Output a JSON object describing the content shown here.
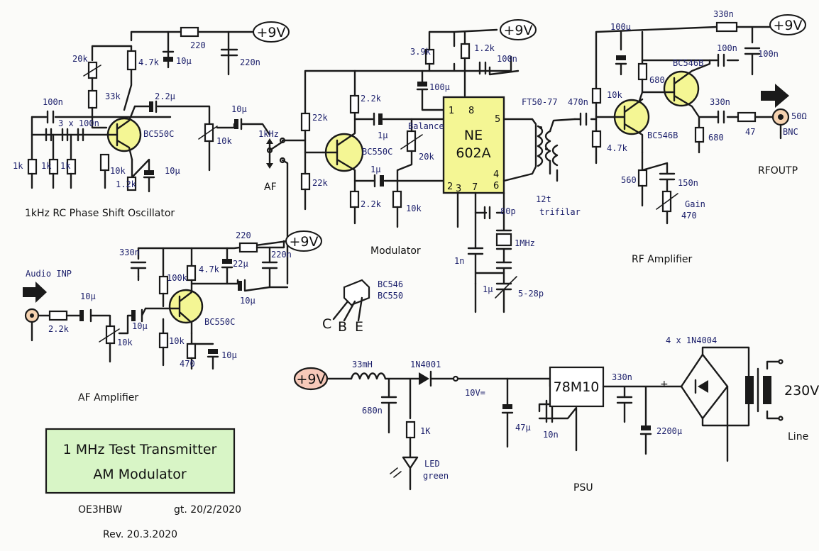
{
  "title": {
    "line1": "1 MHz Test Transmitter",
    "line2": "AM Modulator",
    "bg": "#d8f5c6"
  },
  "author": "OE3HBW",
  "date": "gt. 20/2/2020",
  "revision": "Rev. 20.3.2020",
  "sections": {
    "oscillator": "1kHz RC Phase Shift Oscillator",
    "af_amp": "AF Amplifier",
    "modulator": "Modulator",
    "rf_amp": "RF Amplifier",
    "psu": "PSU"
  },
  "supply": {
    "label": "+9V",
    "psu_label": "+9V",
    "psu_color": "#f7c9b9"
  },
  "ic": {
    "name1": "NE",
    "name2": "602A",
    "pins": [
      "1",
      "8",
      "5",
      "2",
      "3",
      "7",
      "4",
      "6"
    ],
    "color": "#f4f694"
  },
  "transistors": {
    "q_osc": "BC550C",
    "q_af": "BC550C",
    "q_mod": "BC550C",
    "q_rf1": "BC546B",
    "q_rf2": "BC546B",
    "pinout_a": "BC546",
    "pinout_b": "BC550",
    "pin_c": "C",
    "pin_b": "B",
    "pin_e": "E"
  },
  "oscillator_parts": {
    "pot20k": "20k",
    "r47k": "4.7k",
    "r220": "220",
    "c10u": "10µ",
    "c220n": "220n",
    "r33k": "33k",
    "c100n": "100n",
    "c3x": "3 x 100n",
    "c22u": "2.2µ",
    "r1k_a": "1k",
    "r1k_b": "1k",
    "r1k_c": "1k",
    "r10k": "10k",
    "r12k": "1.2k",
    "c10u_e": "10µ",
    "pot10k": "10k",
    "c10u_out": "10µ"
  },
  "switch": {
    "pos1": "1kHz",
    "pos2": "AF"
  },
  "af_parts": {
    "input": "Audio INP",
    "r22k": "2.2k",
    "c10u_in": "10µ",
    "pot10k": "10k",
    "c10u_b": "10µ",
    "c330n": "330n",
    "r100k": "100k",
    "r47k": "4.7k",
    "c22u": "22µ",
    "r220": "220",
    "c220n": "220n",
    "c10u_out": "10µ",
    "r10k": "10k",
    "r470": "470",
    "c10u_e": "10µ"
  },
  "mod_parts": {
    "r22k_a": "22k",
    "r22k_b": "22k",
    "r22k_c": "2.2k",
    "c1u_a": "1µ",
    "c1u_b": "1µ",
    "balance": "Balance",
    "pot20k": "20k",
    "r10k": "10k",
    "r22k_e": "2.2k",
    "r39k": "3.9k",
    "r12k": "1.2k",
    "c100n": "100n",
    "c100u": "100µ",
    "c80p": "80p",
    "xtal": "1MHz",
    "c1n": "1n",
    "c1u": "1µ",
    "trim": "5-28p"
  },
  "transformer": {
    "core": "FT50-77",
    "turns": "12t",
    "wind": "trifilar"
  },
  "rf_parts": {
    "c470n": "470n",
    "r10k": "10k",
    "r47k": "4.7k",
    "r560": "560",
    "c150n": "150n",
    "gain": "Gain",
    "pot470": "470",
    "c100u": "100µ",
    "r680": "680",
    "c100n_a": "100n",
    "c100n_b": "100n",
    "r330n": "330n",
    "c330n": "330n",
    "r680_b": "680",
    "r47": "47",
    "out_imp": "50Ω",
    "bnc": "BNC",
    "rfout": "RFOUTP"
  },
  "psu_parts": {
    "ind": "33mH",
    "c680n": "680n",
    "diode": "1N4001",
    "volt": "10V=",
    "r1k": "1K",
    "led": "LED",
    "led_color": "green",
    "c47u": "47µ",
    "c10n": "10n",
    "reg": "78M10",
    "c330n": "330n",
    "c2200u": "2200µ",
    "bridge": "4 x 1N4004",
    "mains": "230V",
    "line": "Line",
    "plus": "+"
  }
}
